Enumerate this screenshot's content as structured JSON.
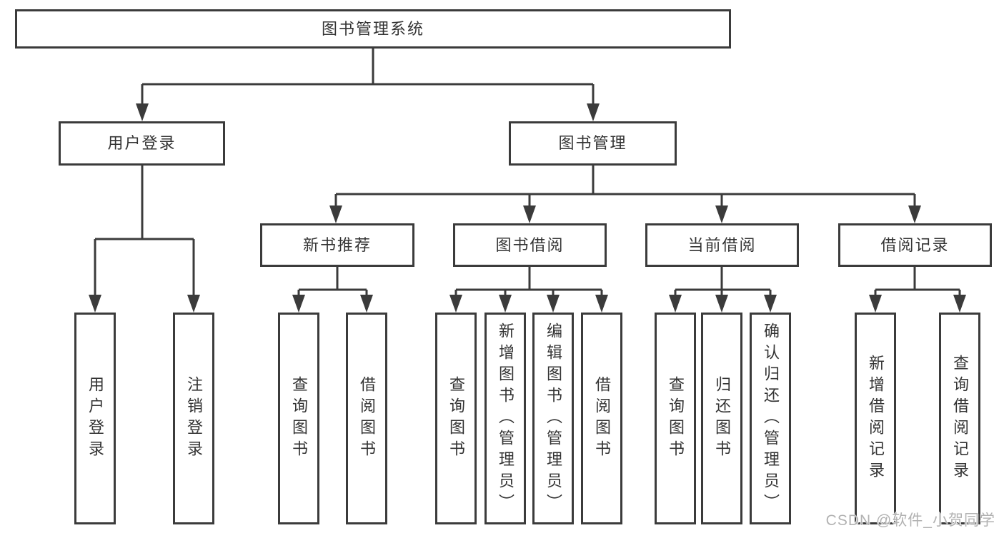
{
  "colors": {
    "line": "#3b3b3b",
    "text": "#333333",
    "background": "#ffffff",
    "watermark_color": "#b2b2b2"
  },
  "nodes": {
    "root": {
      "label": "图书管理系统"
    },
    "user_login": {
      "label": "用户登录"
    },
    "book_mgmt": {
      "label": "图书管理"
    },
    "new_book_rec": {
      "label": "新书推荐"
    },
    "book_borrow": {
      "label": "图书借阅"
    },
    "current_borrow": {
      "label": "当前借阅"
    },
    "borrow_records": {
      "label": "借阅记录"
    }
  },
  "leaves": {
    "user_login": {
      "label": "用户登录"
    },
    "logout_login": {
      "label": "注销登录"
    },
    "rec_query_book": {
      "label": "查询图书"
    },
    "rec_borrow_book": {
      "label": "借阅图书"
    },
    "bb_query_book": {
      "label": "查询图书"
    },
    "bb_add_book": {
      "label": "新增图书（管理员）"
    },
    "bb_edit_book": {
      "label": "编辑图书（管理员）"
    },
    "bb_borrow_book": {
      "label": "借阅图书"
    },
    "cb_query_book": {
      "label": "查询图书"
    },
    "cb_return_book": {
      "label": "归还图书"
    },
    "cb_confirm_return": {
      "label": "确认归还（管理员）"
    },
    "br_add_record": {
      "label": "新增借阅记录"
    },
    "br_query_record": {
      "label": "查询借阅记录"
    }
  },
  "watermark": {
    "text": "CSDN @软件_小贺同学"
  }
}
